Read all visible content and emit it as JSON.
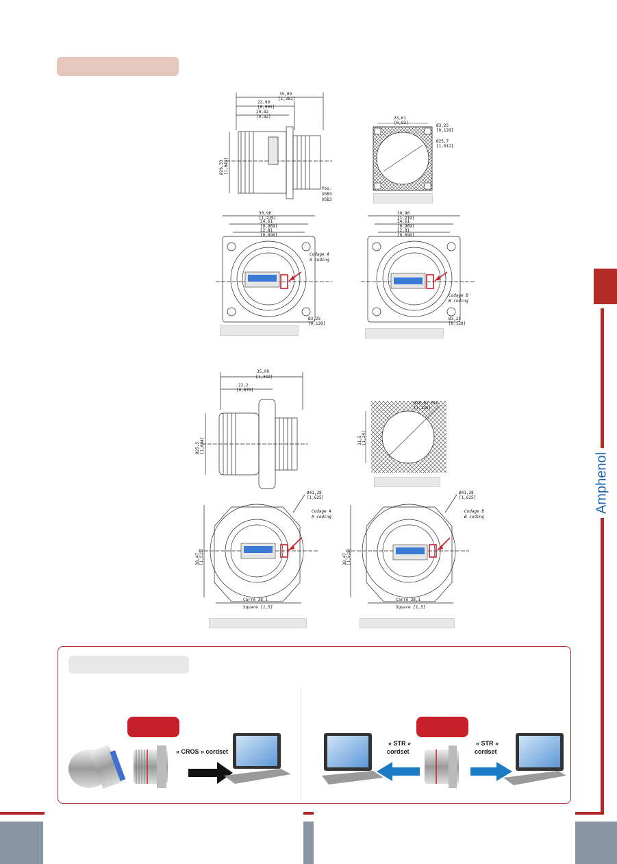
{
  "brand": {
    "name": "Amphenol",
    "color": "#1e63b4",
    "accent": "#b22b25"
  },
  "drawing1_side": {
    "dims": [
      "35,09",
      "[1,382]",
      "22,99",
      "[0,905]",
      "20,82",
      "[0,82]",
      "Ø26,53",
      "[1,045]",
      "Pos.",
      "USB3",
      "USB3"
    ]
  },
  "drawing1_cutout": {
    "dims": [
      "23,61",
      "[0,93]",
      "Ø3,25",
      "[0,128]",
      "Ø25,7",
      "[1,012]"
    ]
  },
  "drawing1_front_a": {
    "dims": [
      "30,96",
      "[1,219]",
      "24,61",
      "[0,969]",
      "22,81",
      "[0,898]",
      "Ø3,25",
      "[0,128]"
    ],
    "notes": [
      "Codage A",
      "A coding"
    ]
  },
  "drawing1_front_b": {
    "dims": [
      "30,96",
      "[1,219]",
      "24,61",
      "[0,969]",
      "22,81",
      "[0,898]",
      "Ø3,25",
      "[0,128]"
    ],
    "notes": [
      "Codage B",
      "B coding"
    ]
  },
  "drawing2_side": {
    "dims": [
      "35,09",
      "[1,382]",
      "22,2",
      "[0,876]",
      "Ø25,5",
      "[1,004]"
    ]
  },
  "drawing2_cutout": {
    "dims": [
      "Ø28,82 Min",
      "[1,135]",
      "31,5",
      "[1,24]"
    ]
  },
  "drawing2_front_a": {
    "dims": [
      "Ø41,28",
      "[1,625]",
      "38,47",
      "[1,515]",
      "Carré 38,1",
      "Square [1,5]"
    ],
    "notes": [
      "Codage A",
      "A coding"
    ]
  },
  "drawing2_front_b": {
    "dims": [
      "Ø41,28",
      "[1,625]",
      "38,47",
      "[1,515]",
      "Carré 38,1",
      "Square [1,5]"
    ],
    "notes": [
      "Codage B",
      "B coding"
    ]
  },
  "usage": {
    "left_arrow_label": "« CROS » cordset",
    "right_arrow_label_1": "« STR »",
    "right_arrow_label_2": "cordset",
    "right_arrow_label_3": "« STR »",
    "right_arrow_label_4": "cordset"
  },
  "colors": {
    "arrow_blue": "#1a7cc4",
    "arrow_black": "#111111",
    "badge_red": "#c8202a",
    "pill_pink": "#e6c7bd",
    "footer_grey": "#8a95a3"
  }
}
